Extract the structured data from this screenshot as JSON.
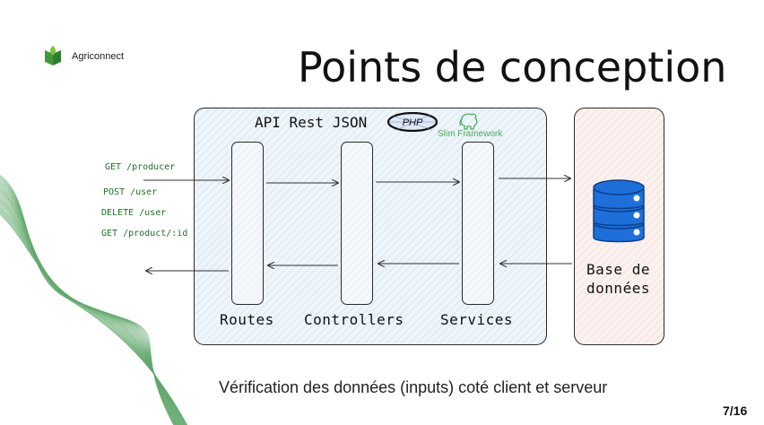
{
  "brand": {
    "name": "Agriconnect"
  },
  "slide": {
    "title": "Points de conception",
    "page": "7/16",
    "caption": "Vérification des données (inputs) coté client et serveur"
  },
  "diagram": {
    "api_title": "API Rest JSON",
    "php_logo_text": "PHP",
    "slim_logo_text": "Slim Framework",
    "requests": [
      "GET /producer",
      "POST /user",
      "DELETE /user",
      "GET /product/:id"
    ],
    "layers": [
      "Routes",
      "Controllers",
      "Services"
    ],
    "database": {
      "line1": "Base de",
      "line2": "données"
    }
  },
  "colors": {
    "accent_green": "#2e8b3c",
    "db_blue": "#1e6fd9",
    "api_box_fill": "#eef5fb",
    "db_box_fill": "#fbf1ef"
  },
  "icons": [
    "leaf-logo-icon",
    "php-logo-icon",
    "slim-elephant-icon",
    "database-icon"
  ]
}
